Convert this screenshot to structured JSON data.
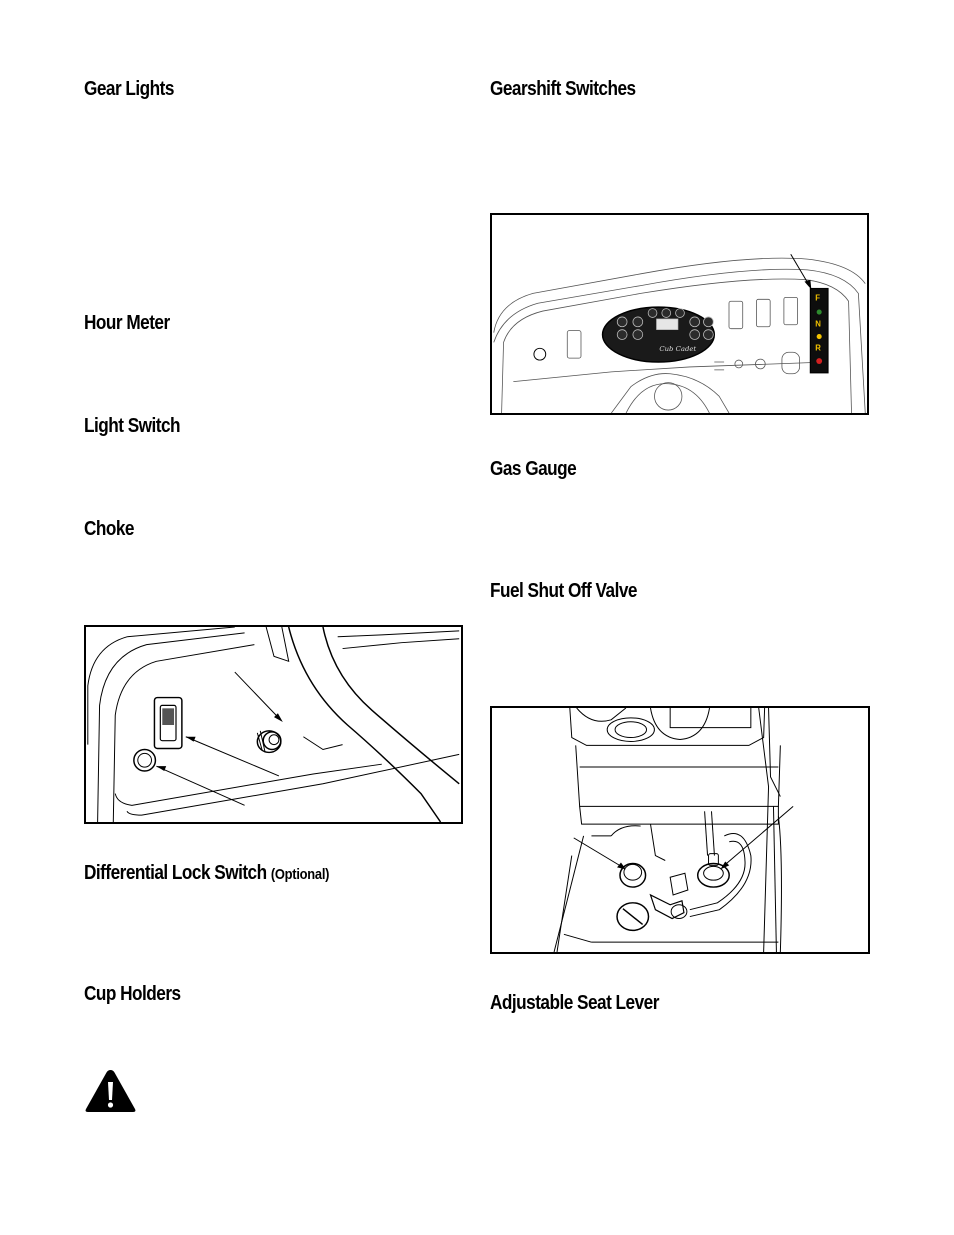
{
  "left_column": {
    "gear_lights": "Gear Lights",
    "hour_meter": "Hour Meter",
    "light_switch": "Light Switch",
    "choke": "Choke",
    "differential_lock": "Differential Lock Switch",
    "differential_lock_note": "(Optional)",
    "cup_holders": "Cup Holders"
  },
  "right_column": {
    "gearshift_switches": "Gearshift Switches",
    "gas_gauge": "Gas Gauge",
    "fuel_shut_off": "Fuel Shut Off Valve",
    "adjustable_seat": "Adjustable Seat Lever"
  },
  "dash_figure": {
    "brand": "Cub Cadet",
    "gear_letters": [
      "F",
      "N",
      "R"
    ],
    "colors": {
      "forward": "#f2c200",
      "neutral_light": "#2e8b2e",
      "reverse_light": "#d42020"
    }
  },
  "icons": {
    "warning": "warning-triangle-icon"
  }
}
